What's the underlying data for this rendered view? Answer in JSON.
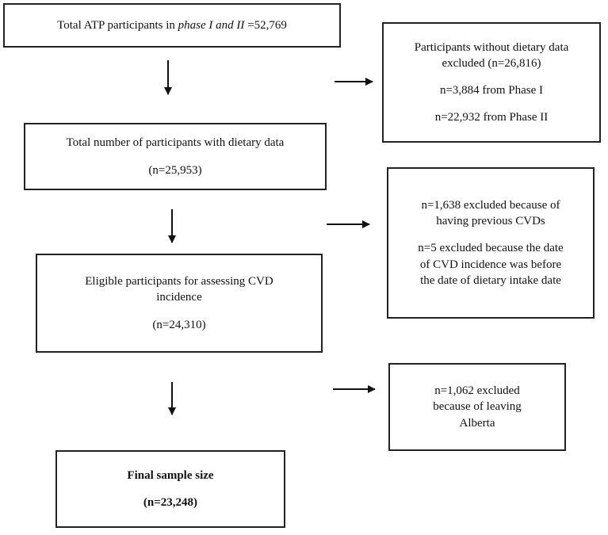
{
  "boxes": {
    "total": {
      "pre": "Total ATP participants in ",
      "em": "phase I and II",
      "post": " =52,769"
    },
    "excluded_dietary": {
      "line1": "Participants without dietary data",
      "line2": "excluded (n=26,816)",
      "line3": "n=3,884 from Phase I",
      "line4": "n=22,932 from Phase II"
    },
    "with_dietary": {
      "line1": "Total number of participants with dietary data",
      "line2": "(n=25,953)"
    },
    "excluded_cvd": {
      "line1": "n=1,638 excluded because of",
      "line2": "having previous CVDs",
      "line3": "n=5 excluded because the date",
      "line4": "of CVD incidence was before",
      "line5": "the date of dietary intake date"
    },
    "eligible": {
      "line1": "Eligible participants for assessing CVD",
      "line2": "incidence",
      "line3": "(n=24,310)"
    },
    "excluded_leaving": {
      "line1": "n=1,062 excluded",
      "line2": "because of leaving",
      "line3": "Alberta"
    },
    "final": {
      "line1": "Final sample size",
      "line2": "(n=23,248)"
    }
  }
}
